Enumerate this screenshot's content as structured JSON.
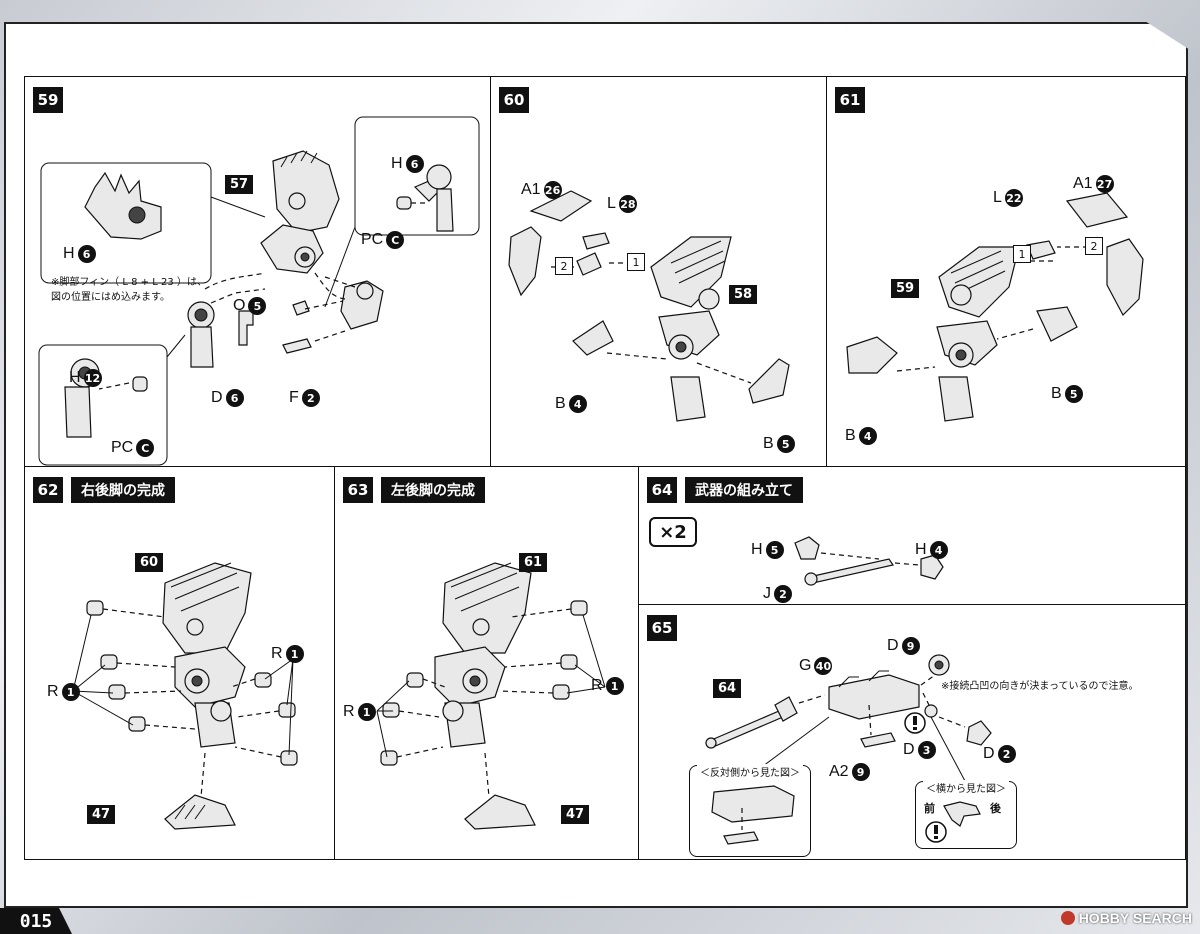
{
  "page_number": "015",
  "watermark": "HOBBY SEARCH",
  "steps": {
    "s59": {
      "badge": "59",
      "labels": {
        "ref": "57",
        "h6": "H",
        "h6_n": "6",
        "pcc_top": "PC",
        "pcc_top_n": "C",
        "h6_left": "H",
        "h6_left_n": "6",
        "o5": "O",
        "o5_n": "5",
        "d6": "D",
        "d6_n": "6",
        "f2": "F",
        "f2_n": "2",
        "h12": "H",
        "h12_n": "12",
        "pcc_bottom": "PC",
        "pcc_bottom_n": "C"
      },
      "note_line1": "※脚部フィン（ L 8 + L 23 ）は、",
      "note_line2": "図の位置にはめ込みます。"
    },
    "s60": {
      "badge": "60",
      "labels": {
        "a1": "A1",
        "a1_n": "26",
        "l": "L",
        "l_n": "28",
        "ref": "58",
        "b4": "B",
        "b4_n": "4",
        "b5": "B",
        "b5_n": "5",
        "order1": "1",
        "order2": "2"
      }
    },
    "s61": {
      "badge": "61",
      "labels": {
        "a1": "A1",
        "a1_n": "27",
        "l": "L",
        "l_n": "22",
        "ref": "59",
        "b4": "B",
        "b4_n": "4",
        "b5": "B",
        "b5_n": "5",
        "order1": "1",
        "order2": "2"
      }
    },
    "s62": {
      "badge": "62",
      "title": "右後脚の完成",
      "labels": {
        "ref_top": "60",
        "r1a": "R",
        "r1a_n": "1",
        "r1b": "R",
        "r1b_n": "1",
        "ref_bottom": "47"
      }
    },
    "s63": {
      "badge": "63",
      "title": "左後脚の完成",
      "labels": {
        "ref_top": "61",
        "r1a": "R",
        "r1a_n": "1",
        "r1b": "R",
        "r1b_n": "1",
        "ref_bottom": "47"
      }
    },
    "s64": {
      "badge": "64",
      "title": "武器の組み立て",
      "multiplier": "×2",
      "labels": {
        "h5": "H",
        "h5_n": "5",
        "h4": "H",
        "h4_n": "4",
        "j2": "J",
        "j2_n": "2"
      }
    },
    "s65": {
      "badge": "65",
      "labels": {
        "ref": "64",
        "g40": "G",
        "g40_n": "40",
        "d9": "D",
        "d9_n": "9",
        "d3": "D",
        "d3_n": "3",
        "d2": "D",
        "d2_n": "2",
        "a2": "A2",
        "a2_n": "9",
        "front": "前",
        "back": "後",
        "excl": "!"
      },
      "note": "※接続凸凹の向きが決まっているので注意。",
      "sub_left_caption": "＜反対側から見た図＞",
      "sub_right_caption": "＜横から見た図＞"
    }
  }
}
